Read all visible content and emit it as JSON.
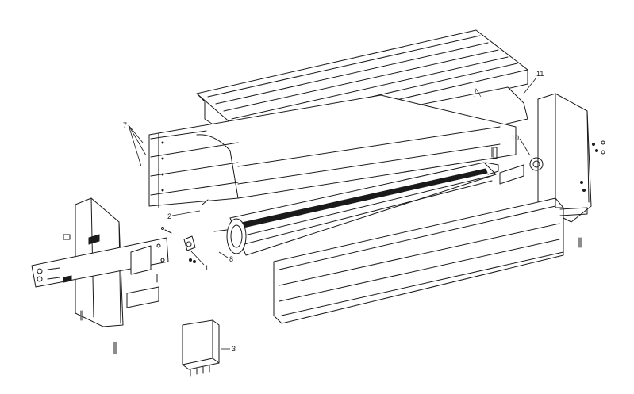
{
  "diagram": {
    "callouts": [
      {
        "id": "c1",
        "label": "1"
      },
      {
        "id": "c2",
        "label": "2"
      },
      {
        "id": "c3",
        "label": "3"
      },
      {
        "id": "c7",
        "label": "7"
      },
      {
        "id": "c8",
        "label": "8"
      },
      {
        "id": "c10",
        "label": "10"
      },
      {
        "id": "c11",
        "label": "11"
      }
    ]
  }
}
